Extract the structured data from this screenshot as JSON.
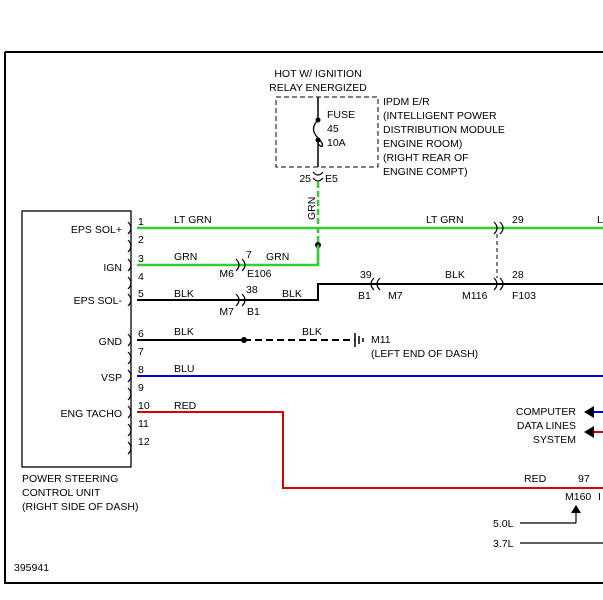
{
  "colors": {
    "lt_grn": "#33cc33",
    "grn": "#33cc33",
    "blk": "#000000",
    "blu": "#0000dd",
    "red": "#dd0000"
  },
  "power": {
    "hot_line1": "HOT W/ IGNITION",
    "hot_line2": "RELAY ENERGIZED",
    "fuse_label": "FUSE",
    "fuse_number": "45",
    "fuse_rating": "10A",
    "ipdm_lines": [
      "IPDM E/R",
      "(INTELLIGENT POWER",
      "DISTRIBUTION MODULE",
      "ENGINE ROOM)",
      "(RIGHT REAR OF",
      "ENGINE COMPT)"
    ],
    "pin": "25",
    "connector": "E5",
    "wire_color": "GRN"
  },
  "module": {
    "pin_labels": {
      "p1": "EPS SOL+",
      "p3": "IGN",
      "p5": "EPS SOL-",
      "p6": "GND",
      "p8": "VSP",
      "p10": "ENG TACHO"
    },
    "pin_numbers": [
      "1",
      "2",
      "3",
      "4",
      "5",
      "6",
      "7",
      "8",
      "9",
      "10",
      "11",
      "12"
    ],
    "name_lines": [
      "POWER STEERING",
      "CONTROL UNIT",
      "(RIGHT SIDE OF DASH)"
    ]
  },
  "wires": {
    "w1_color": "LT GRN",
    "w1_color_right": "LT GRN",
    "w1_pin": "29",
    "w1_cut": "L",
    "w3_color": "GRN",
    "w3_pin": "7",
    "w3_color_after": "GRN",
    "w3_conn_left": "M6",
    "w3_conn_right": "E106",
    "w5_color": "BLK",
    "w5_pin": "38",
    "w5_color_after": "BLK",
    "w5_conn_left": "M7",
    "w5_conn_right": "B1",
    "w5b_pin": "39",
    "w5b_color": "BLK",
    "w5b_conn_left": "B1",
    "w5b_conn_right": "M7",
    "w5b_pin_right": "28",
    "w5b_conn2_left": "M116",
    "w5b_conn2_right": "F103",
    "w6_color": "BLK",
    "w6_color_dashed": "BLK",
    "ground_id": "M11",
    "ground_desc": "(LEFT END OF DASH)",
    "w8_color": "BLU",
    "w10_color": "RED"
  },
  "data_lines": [
    "COMPUTER",
    "DATA LINES",
    "SYSTEM"
  ],
  "right_bottom": {
    "red_label": "RED",
    "pin": "97",
    "connector": "M160",
    "cut": "I",
    "engine_50": "5.0L",
    "engine_37": "3.7L"
  },
  "diagram_id": "395941"
}
